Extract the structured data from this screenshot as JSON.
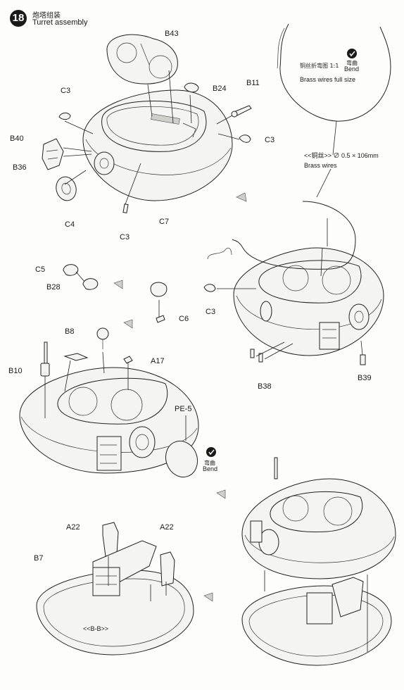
{
  "step": {
    "number": "18",
    "title_cn": "炮塔组装",
    "title_en": "Turret assembly"
  },
  "parts": {
    "b43": "B43",
    "c3": "C3",
    "b24": "B24",
    "b11": "B11",
    "b40": "B40",
    "b36": "B36",
    "c4": "C4",
    "c7": "C7",
    "c5": "C5",
    "b28": "B28",
    "c6": "C6",
    "b8": "B8",
    "a17": "A17",
    "b10": "B10",
    "pe5": "PE-5",
    "b38": "B38",
    "b39": "B39",
    "a22": "A22",
    "b7": "B7"
  },
  "notes": {
    "wire_drawing_cn": "铜丝折弯图 1:1",
    "bend_cn": "弯曲",
    "bend_en": "Bend",
    "wire_full_size": "Brass wires full size",
    "wire_spec": "<<铜丝>> ∅ 0.5 × 106mm",
    "brass_wires": "Brass wires",
    "section": "<<B-B>>"
  }
}
